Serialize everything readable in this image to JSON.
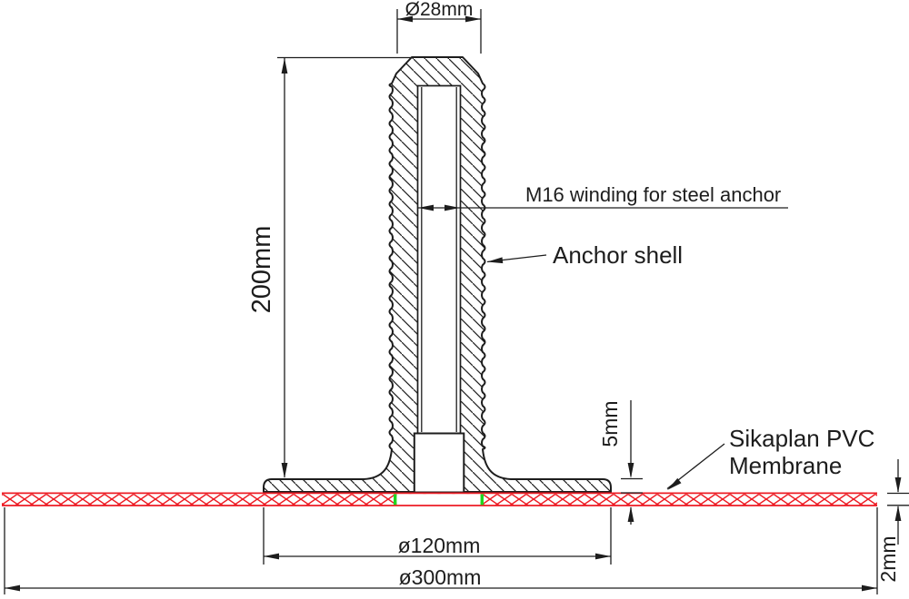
{
  "colors": {
    "line": "#1d1d1d",
    "membrane_red": "#ed1c24",
    "weld_mark_green": "#1fd71f",
    "background": "#ffffff"
  },
  "labels": {
    "dim_top_diameter": "Ø28mm",
    "dim_height": "200mm",
    "note_winding": "M16 winding for steel anchor",
    "note_anchor_shell": "Anchor shell",
    "dim_flange_thickness": "5mm",
    "note_membrane_line1": "Sikaplan PVC",
    "note_membrane_line2": "Membrane",
    "dim_flange_diameter": "ø120mm",
    "dim_membrane_diameter": "ø300mm",
    "dim_membrane_thickness": "2mm"
  }
}
